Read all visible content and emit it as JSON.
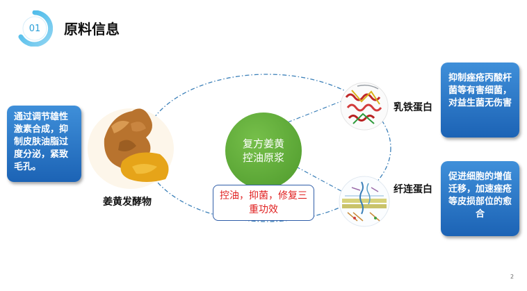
{
  "header": {
    "badge_number": "01",
    "title": "原料信息"
  },
  "center": {
    "text": "复方姜黄控油原浆"
  },
  "effects": {
    "text": "控油，抑菌，修复三重功效"
  },
  "left": {
    "description": "通过调节雄性激素合成，抑制皮肤油脂过度分泌，紧致毛孔。",
    "label": "姜黄发酵物"
  },
  "right_top": {
    "label": "乳铁蛋白",
    "description": "抑制痤疮丙酸杆菌等有害细菌，对益生菌无伤害"
  },
  "right_bottom": {
    "label": "纤连蛋白",
    "description": "促进细胞的增值迁移，加速痤疮等皮损部位的愈合"
  },
  "footer": {
    "page_number": "2"
  },
  "colors": {
    "accent_blue": "#2a9fd8",
    "box_blue": "#2b74c6",
    "center_green": "#5aa835",
    "effect_red": "#e02020",
    "dash_line": "#3a7fb8"
  }
}
